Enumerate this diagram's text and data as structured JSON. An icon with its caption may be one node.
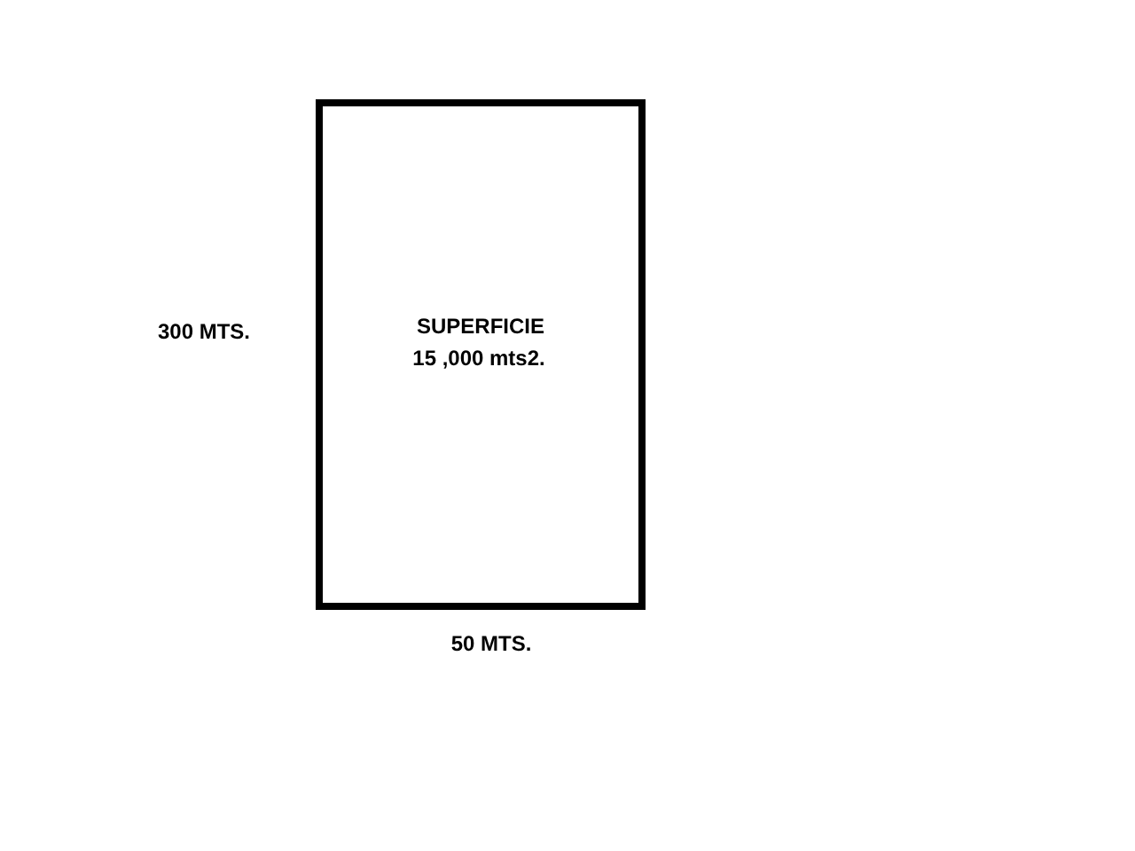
{
  "diagram": {
    "nodes": [
      {
        "text": [
          "SUPERFICIE",
          "15 ,000 mts2."
        ]
      }
    ],
    "labels": [
      "300 MTS.",
      "50 MTS."
    ]
  }
}
